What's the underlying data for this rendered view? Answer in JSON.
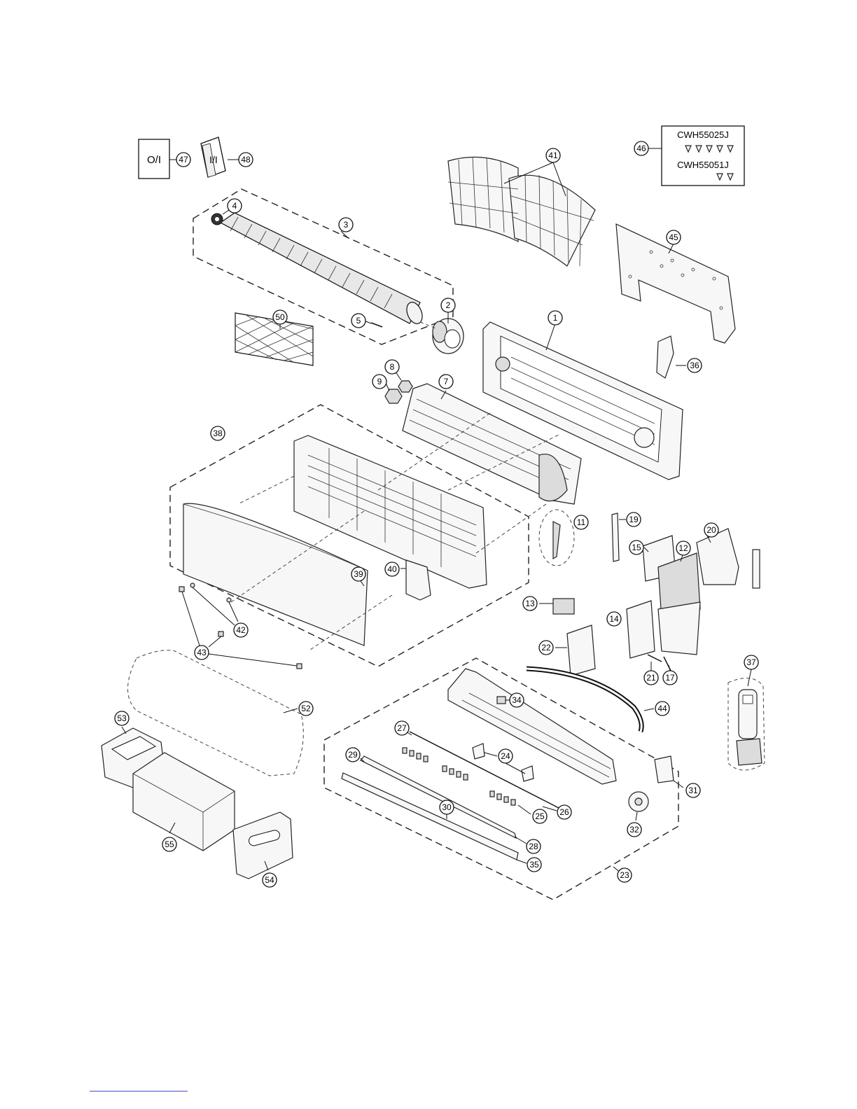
{
  "box_labels": {
    "operating_instructions": "O/I",
    "installation_instructions": "I/I"
  },
  "screw_kit": {
    "part_a": "CWH55025J",
    "part_b": "CWH55051J"
  },
  "callouts": [
    "1",
    "2",
    "3",
    "4",
    "5",
    "7",
    "8",
    "9",
    "11",
    "12",
    "13",
    "14",
    "15",
    "17",
    "19",
    "20",
    "21",
    "22",
    "23",
    "24",
    "25",
    "26",
    "27",
    "28",
    "29",
    "30",
    "31",
    "32",
    "34",
    "35",
    "36",
    "37",
    "38",
    "39",
    "40",
    "41",
    "42",
    "43",
    "44",
    "45",
    "46",
    "47",
    "48",
    "50",
    "52",
    "53",
    "54",
    "55"
  ],
  "colors": {
    "line": "#111111",
    "background": "#ffffff",
    "footer_rule": "#4a4ad0"
  }
}
